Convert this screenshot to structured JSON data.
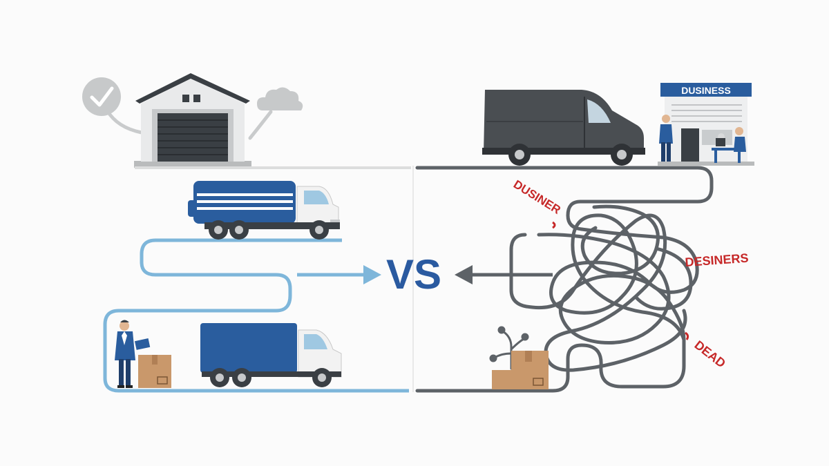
{
  "center": {
    "vs_label": "VS"
  },
  "right_panel": {
    "storefront_sign": "DUSINESS",
    "tangle_labels": {
      "top": "DUSINER",
      "middle": "DESINERS",
      "bottom": "DEAD"
    }
  },
  "colors": {
    "smooth_path": "#7eb6da",
    "tangled_path": "#5d6267",
    "brand_blue": "#2a5d9e",
    "label_red": "#c62828",
    "vs_blue": "#2a5aa0",
    "van_gray": "#4a4e52",
    "box_tan": "#c9986b"
  },
  "icons": {
    "approval": "checkmark-circle-icon",
    "cloud": "cloud-icon",
    "dead_plant": "dead-plant-icon"
  }
}
